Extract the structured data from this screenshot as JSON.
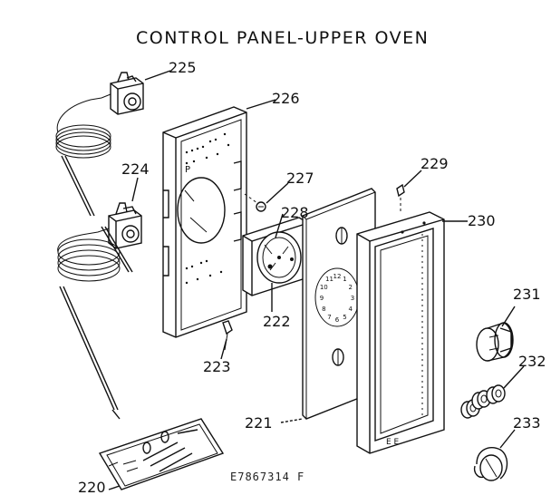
{
  "title": "CONTROL PANEL-UPPER OVEN",
  "drawing_code": "E7867314 F",
  "callouts": {
    "c220": "220",
    "c221": "221",
    "c222": "222",
    "c223": "223",
    "c224": "224",
    "c225": "225",
    "c226": "226",
    "c227": "227",
    "c228": "228",
    "c229": "229",
    "c230": "230",
    "c231": "231",
    "c232": "232",
    "c233": "233"
  },
  "clock_numerals": [
    "12",
    "1",
    "2",
    "3",
    "4",
    "5",
    "6",
    "7",
    "8",
    "9",
    "10",
    "11"
  ]
}
